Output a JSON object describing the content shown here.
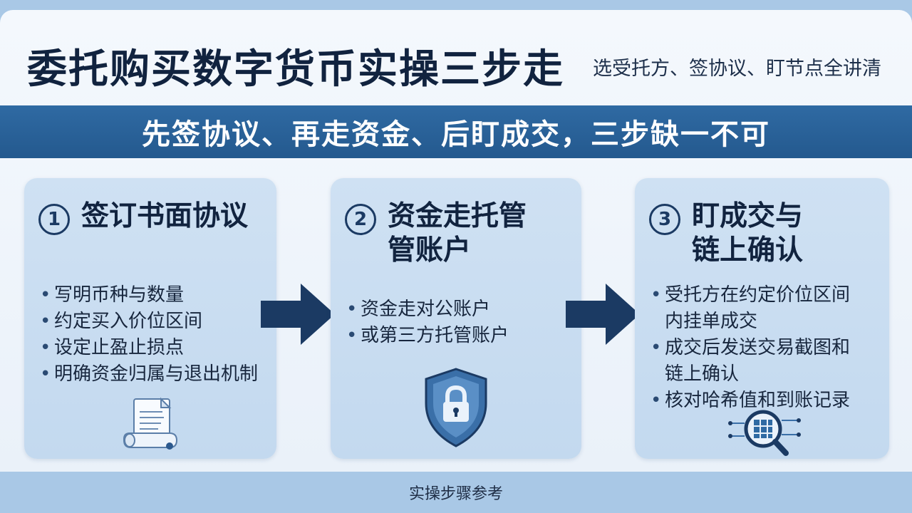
{
  "header": {
    "title": "委托购买数字货币实操三步走",
    "subtitle": "选受托方、签协议、盯节点全讲清"
  },
  "banner": {
    "text": "先签协议、再走资金、后盯成交，三步缺一不可"
  },
  "steps": [
    {
      "number": "1",
      "title_lines": [
        "签订书面协议"
      ],
      "bullets": [
        "写明币种与数量",
        "约定买入价位区间",
        "设定止盈止损点",
        "明确资金归属与退出机制"
      ],
      "icon": "document-scroll-icon"
    },
    {
      "number": "2",
      "title_lines": [
        "资金走托管",
        "管账户"
      ],
      "bullets": [
        "资金走对公账户",
        "或第三方托管账户"
      ],
      "icon": "shield-lock-icon"
    },
    {
      "number": "3",
      "title_lines": [
        "盯成交与",
        "链上确认"
      ],
      "bullets": [
        [
          "受托方在约定价位区间",
          "内挂单成交"
        ],
        [
          "成交后发送交易截图和",
          "链上确认"
        ],
        [
          "核对哈希值和到账记录"
        ]
      ],
      "icon": "blockchain-search-icon"
    }
  ],
  "footer": {
    "text": "实操步骤参考"
  },
  "colors": {
    "navy": "#11233f",
    "banner_blue": "#2a62a0",
    "card_blue": "#c8dcf1",
    "arrow_navy": "#1b3a63"
  }
}
